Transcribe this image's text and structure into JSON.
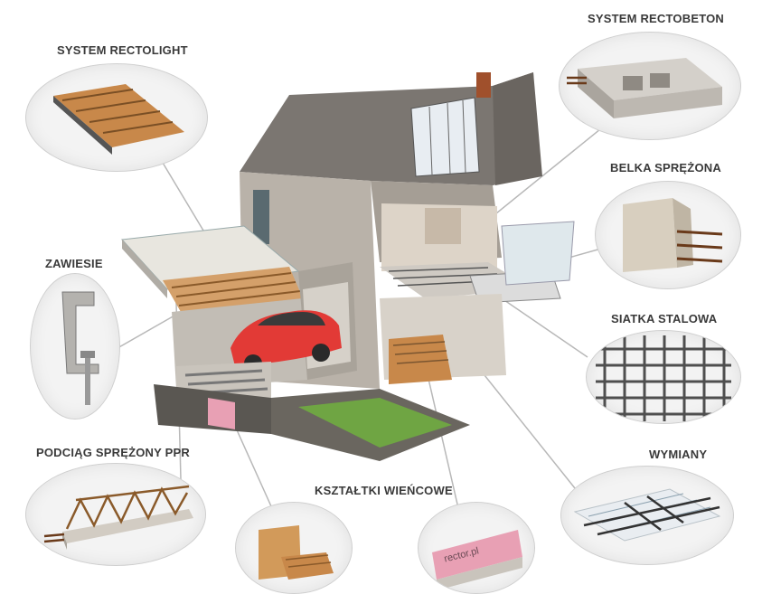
{
  "labels": {
    "rectolight": "SYSTEM RECTOLIGHT",
    "rectobeton": "SYSTEM RECTOBETON",
    "belka": "BELKA SPRĘŻONA",
    "zawiesie": "ZAWIESIE",
    "siatka": "SIATKA STALOWA",
    "podciag": "PODCIĄG SPRĘŻONY PPR",
    "wymiany": "WYMIANY",
    "ksztaltki": "KSZTAŁTKI WIEŃCOWE",
    "brand": "rector.pl"
  },
  "colors": {
    "label": "#3a3a3a",
    "bubble_border": "#cfcfcf",
    "leader": "#b8b8b8",
    "wood": "#c8884a",
    "concrete": "#cfcac3",
    "car": "#e23a36",
    "roof": "#7b7671",
    "eps_pink": "#e8a0b4"
  },
  "icons": [
    "house-cutaway-illustration",
    "red-car-icon"
  ]
}
